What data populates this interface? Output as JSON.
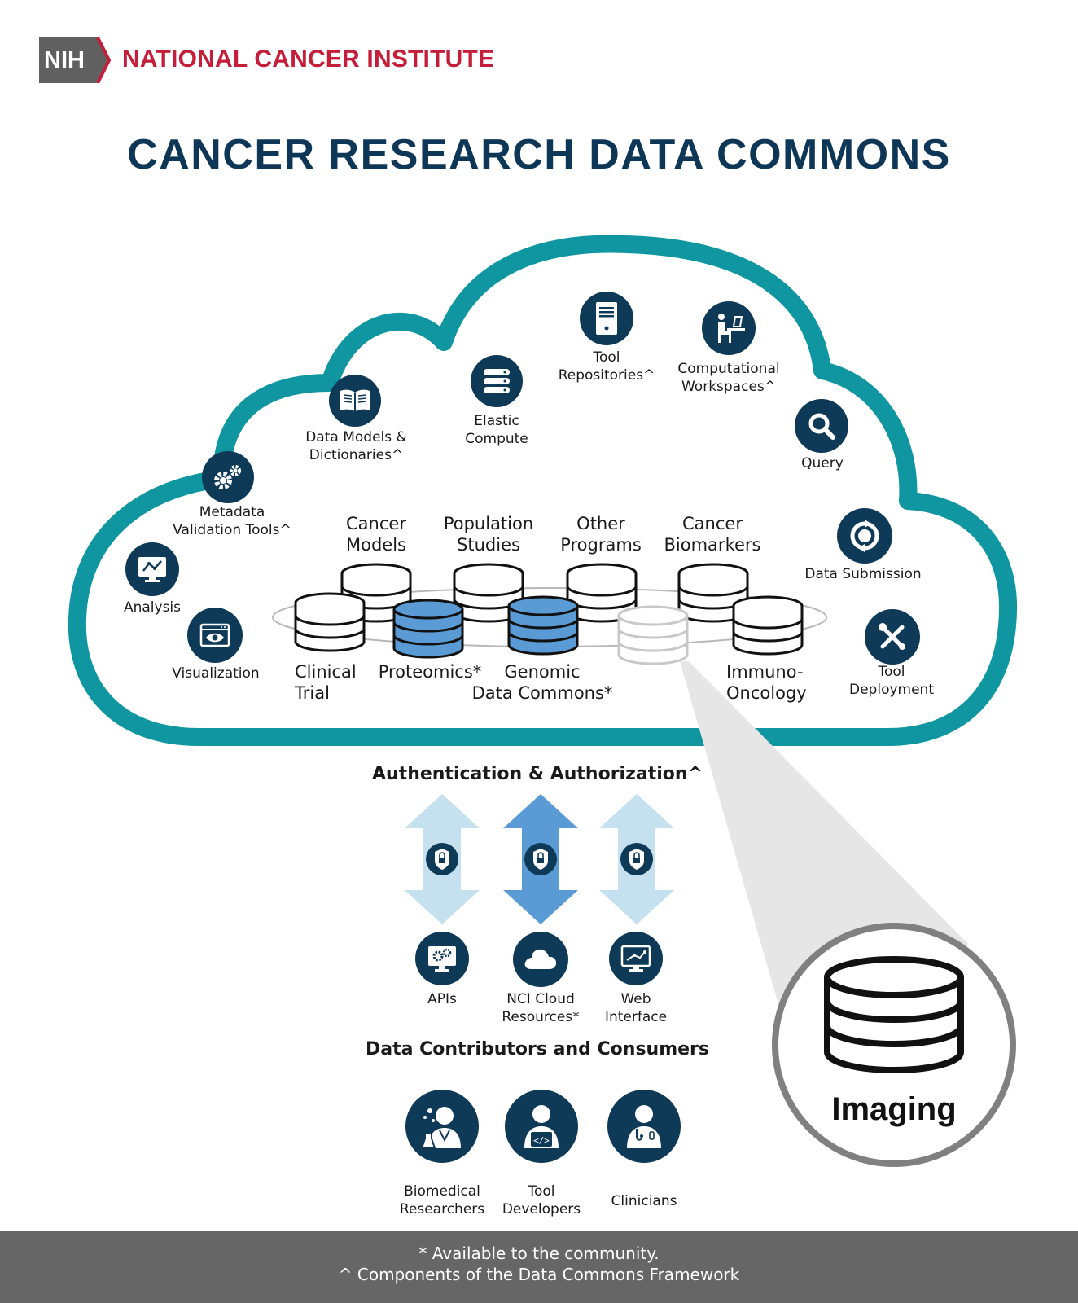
{
  "header": {
    "nih_logo": "NIH",
    "institute": "NATIONAL CANCER INSTITUTE",
    "title": "CANCER RESEARCH DATA COMMONS"
  },
  "colors": {
    "cloud_teal": "#0f96a0",
    "navy": "#0e3a57",
    "title_navy": "#0e3656",
    "brand_red": "#c41e3a",
    "db_blue": "#5b9bd5",
    "arrow_light": "#c5e0ee",
    "arrow_dark": "#5b9bd5",
    "footer_gray": "#666666"
  },
  "cloud_services": [
    {
      "id": "tool-repositories",
      "icon": "server-icon",
      "label": "Tool\nRepositories^"
    },
    {
      "id": "computational-workspaces",
      "icon": "workstation-icon",
      "label": "Computational\nWorkspaces^"
    },
    {
      "id": "elastic-compute",
      "icon": "compute-stack-icon",
      "label": "Elastic\nCompute"
    },
    {
      "id": "data-models",
      "icon": "book-icon",
      "label": "Data Models &\nDictionaries^"
    },
    {
      "id": "query",
      "icon": "magnifier-icon",
      "label": "Query"
    },
    {
      "id": "metadata-validation",
      "icon": "gears-icon",
      "label": "Metadata\nValidation Tools^"
    },
    {
      "id": "data-submission",
      "icon": "sync-icon",
      "label": "Data Submission"
    },
    {
      "id": "analysis",
      "icon": "monitor-chart-icon",
      "label": "Analysis"
    },
    {
      "id": "visualization",
      "icon": "eye-window-icon",
      "label": "Visualization"
    },
    {
      "id": "tool-deployment",
      "icon": "tools-icon",
      "label": "Tool\nDeployment"
    }
  ],
  "repositories": {
    "cancer_models": "Cancer\nModels",
    "population_studies": "Population\nStudies",
    "other_programs": "Other\nPrograms",
    "cancer_biomarkers": "Cancer\nBiomarkers",
    "clinical_trial": "Clinical\nTrial",
    "proteomics": "Proteomics*",
    "genomic": "Genomic\nData Commons*",
    "immuno_oncology": "Immuno-\nOncology"
  },
  "access": {
    "heading": "Authentication & Authorization^",
    "channels": [
      {
        "id": "apis",
        "icon": "api-monitor-icon",
        "label": "APIs"
      },
      {
        "id": "nci-cloud",
        "icon": "cloud-icon",
        "label": "NCI Cloud\nResources*"
      },
      {
        "id": "web-interface",
        "icon": "web-monitor-icon",
        "label": "Web\nInterface"
      }
    ]
  },
  "consumers": {
    "heading": "Data Contributors and Consumers",
    "people": [
      {
        "id": "biomedical-researchers",
        "icon": "scientist-icon",
        "label": "Biomedical\nResearchers"
      },
      {
        "id": "tool-developers",
        "icon": "developer-icon",
        "label": "Tool\nDevelopers"
      },
      {
        "id": "clinicians",
        "icon": "clinician-icon",
        "label": "Clinicians"
      }
    ]
  },
  "callout": {
    "label": "Imaging"
  },
  "footer": {
    "line1": "* Available to the community.",
    "line2": "^ Components of the Data Commons Framework"
  }
}
